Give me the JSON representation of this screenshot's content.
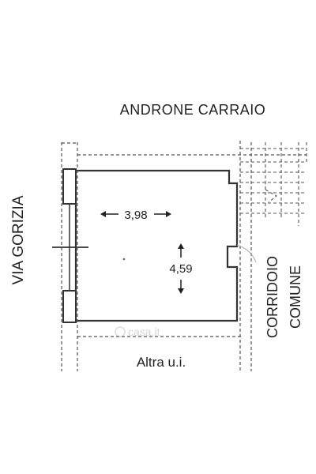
{
  "labels": {
    "top": "ANDRONE CARRAIO",
    "left": "VIA GORIZIA",
    "bottom": "Altra u.i.",
    "right_line1": "CORRIDOIO",
    "right_line2": "COMUNE"
  },
  "dimensions": {
    "width": "3,98",
    "height": "4,59"
  },
  "watermark": "casa.it"
}
